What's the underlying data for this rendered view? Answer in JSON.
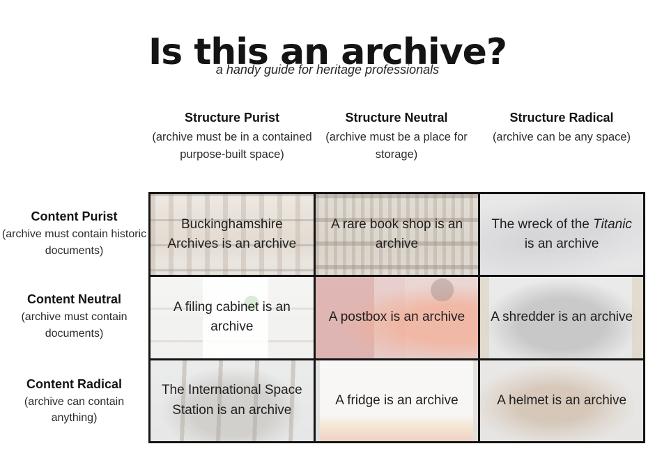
{
  "page": {
    "title": "Is this an archive?",
    "subtitle": "a handy guide for heritage professionals"
  },
  "palette": {
    "background": "#ffffff",
    "text": "#1c1c1c",
    "table_border": "#141414"
  },
  "columns": [
    {
      "label": "Structure Purist",
      "definition": "(archive must be in a contained purpose-built space)"
    },
    {
      "label": "Structure Neutral",
      "definition": "(archive must be a place for storage)"
    },
    {
      "label": "Structure Radical",
      "definition": "(archive can be any space)"
    }
  ],
  "rows": [
    {
      "label": "Content Purist",
      "definition": "(archive must contain historic documents)"
    },
    {
      "label": "Content Neutral",
      "definition": "(archive must contain documents)"
    },
    {
      "label": "Content Radical",
      "definition": "(archive can contain anything)"
    }
  ],
  "cells": [
    {
      "pre": "Buckinghamshire Archives is an archive",
      "italic": "",
      "post": "",
      "photo": "archive-shelving-with-boxes"
    },
    {
      "pre": "A rare book shop is an archive",
      "italic": "",
      "post": "",
      "photo": "bookshop-shelves-interior"
    },
    {
      "pre": "The wreck of the ",
      "italic": "Titanic",
      "post": " is an archive",
      "photo": "shipwreck-underwater"
    },
    {
      "pre": "A filing cabinet is an archive",
      "italic": "",
      "post": "",
      "photo": "white-filing-cabinet"
    },
    {
      "pre": "A postbox is an archive",
      "italic": "",
      "post": "",
      "photo": "red-postbox-with-postal-worker"
    },
    {
      "pre": "A shredder is an archive",
      "italic": "",
      "post": "",
      "photo": "paper-shredder"
    },
    {
      "pre": "The International Space Station is an archive",
      "italic": "",
      "post": "",
      "photo": "space-station-structure"
    },
    {
      "pre": "A fridge is an archive",
      "italic": "",
      "post": "",
      "photo": "open-fridge-interior"
    },
    {
      "pre": "A helmet is an archive",
      "italic": "",
      "post": "",
      "photo": "ancient-helmet-on-display"
    }
  ]
}
